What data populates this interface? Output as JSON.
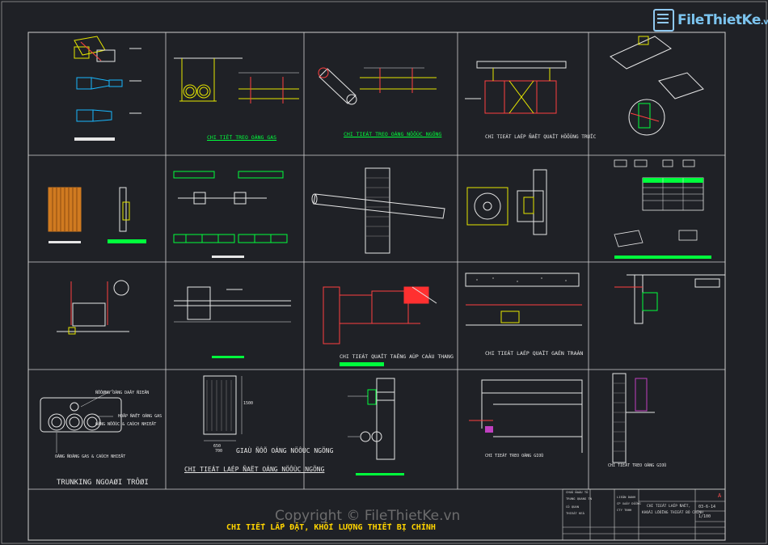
{
  "logo": {
    "brand": "FileThietKe",
    "suffix": ".vn"
  },
  "watermark": "Copyright © FileThietKe.vn",
  "sheet_title": "CHI TIẾT LẮP ĐẶT, KHỐI LƯỢNG THIẾT BỊ CHÍNH",
  "captions": {
    "c_r1_2": "CHI TIẾT TREO OÁNG GAS",
    "c_r1_3": "CHI TIEÁT TREO OÁNG NÖÔÙC NGÖNG",
    "c_r1_4": "CHI TIEÁT LAÉP ÑAËT QUAÏT HÖÔÙNG TRUÏC",
    "c_r3_3": "CHI TIEÁT QUAÏT TAÊNG AÙP CAÀU THANG",
    "c_r3_4": "CHI TIEÁT LAÉP QUAÏT GAÉN TRAÀN",
    "c_r4_1_title": "TRUNKING NGOAØI TRÔØI",
    "c_r4_2a": "GIAÙ ÑÔÕ OÁNG NÖÔÙC NGÖNG",
    "c_r4_2b": "CHI TIEÁT LAÉP ÑAËT OÁNG NÖÔÙC NGÖNG",
    "c_r4_4": "CHI TIEÁT TREO OÁNG GIOÙ",
    "c_r4_5": "CHI TIEÁT TREO OÁNG GIOÙ",
    "trunk_1": "ÑÖÔØNG OÁNG DAÂY ÑIEÄN",
    "trunk_2": "HOÄP ÑAËT OÁNG GAS",
    "trunk_3": "OÁNG NÖÔÙC & CAÙCH NHIEÄT",
    "trunk_4": "OÁNG ÑOÀNG GAS & CAÙCH NHIEÄT",
    "dim_650": "650",
    "dim_700": "700",
    "dim_1500": "1500"
  },
  "title_block": {
    "col1": [
      "CHUÛ ÑAÀU TÖ",
      "TRUNG QUANG TN",
      "CÔ QUAN",
      "THIEÁT KEÁ"
    ],
    "col2": [
      "LIEÂN DANH",
      "CP XAÂY DÖÏNG",
      "CTY TNHH"
    ],
    "drawing_name": [
      "CHI TIEÁT LAÉP ÑAËT,",
      "KHOÁI LÖÔÏNG THIEÁT BÒ CHÍNH"
    ],
    "sheet_no": "A",
    "date": "03-6-14",
    "scale": "1/100"
  }
}
